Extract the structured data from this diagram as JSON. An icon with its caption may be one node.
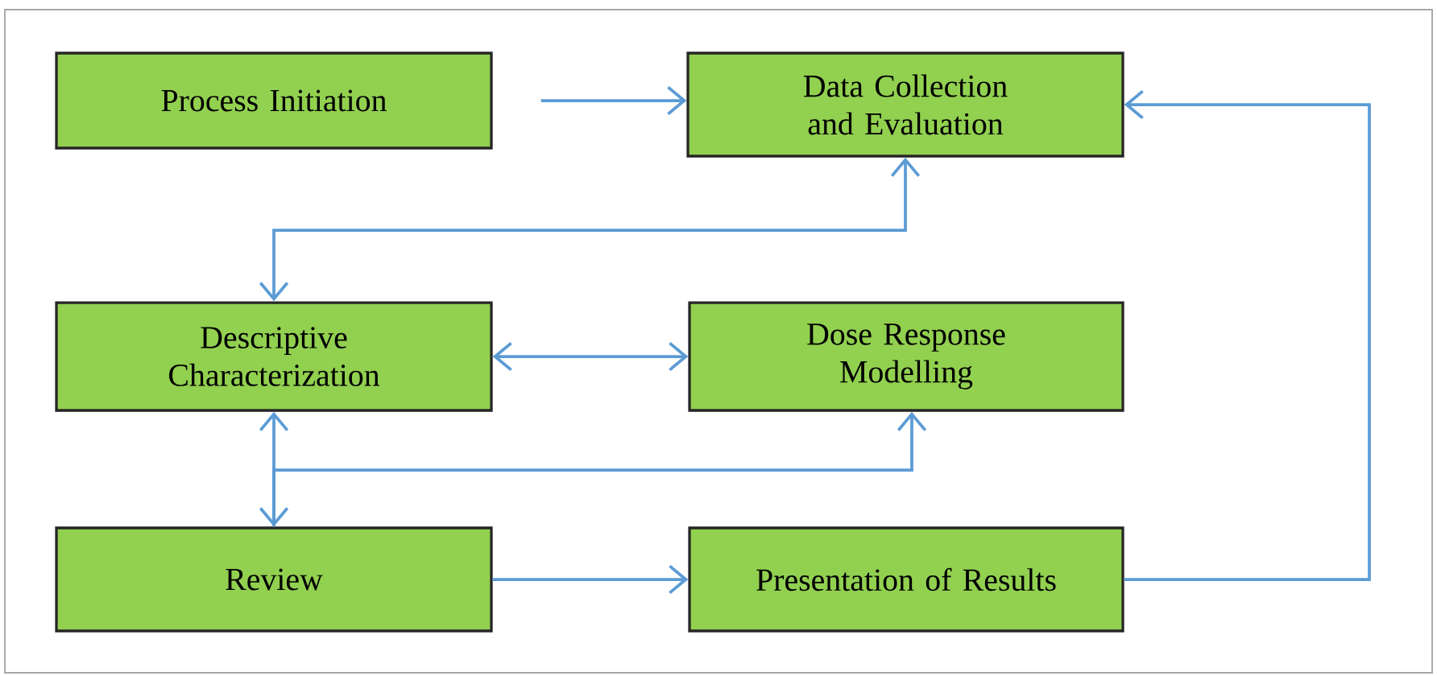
{
  "diagram": {
    "nodes": [
      {
        "text": [
          "Process Initiation"
        ]
      },
      {
        "text": [
          "Data Collection and Evaluation"
        ]
      },
      {
        "text": [
          "Descriptive Characterization"
        ]
      },
      {
        "text": [
          "Dose Response Modelling"
        ]
      },
      {
        "text": [
          "Review"
        ]
      },
      {
        "text": [
          "Presentation of Results"
        ]
      }
    ],
    "edges": [
      {
        "from": 0,
        "to": 1,
        "arrow": "to"
      },
      {
        "from": 1,
        "to": 2,
        "arrow": "both"
      },
      {
        "from": 2,
        "to": 3,
        "arrow": "both"
      },
      {
        "from": 2,
        "to": 4,
        "arrow": "both"
      },
      {
        "from": 4,
        "to": 3,
        "arrow": "to"
      },
      {
        "from": 4,
        "to": 5,
        "arrow": "to"
      },
      {
        "from": 5,
        "to": 1,
        "arrow": "to"
      }
    ]
  }
}
